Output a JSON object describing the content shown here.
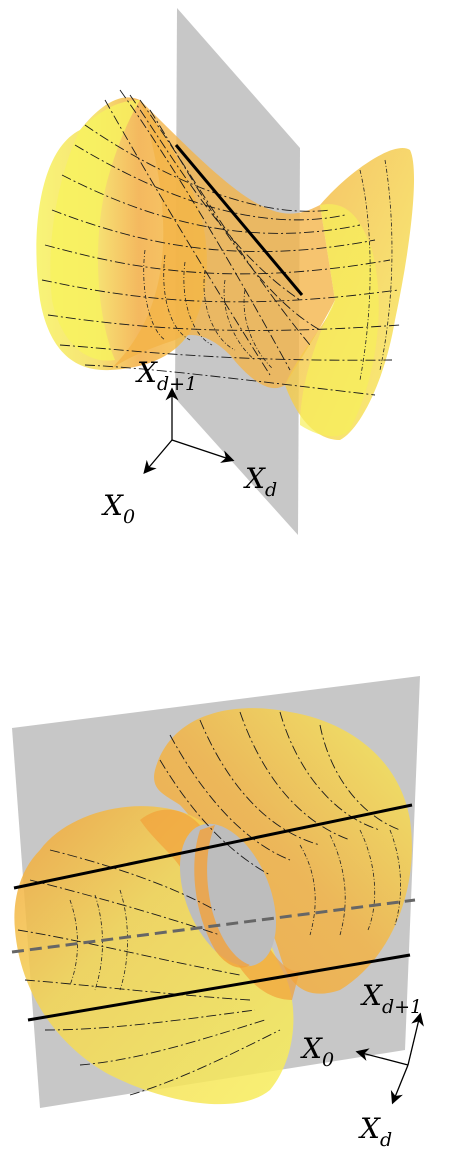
{
  "figure_top": {
    "axes": {
      "up": {
        "main": "X",
        "sub": "d+1"
      },
      "right": {
        "main": "X",
        "sub": "d"
      },
      "down": {
        "main": "X",
        "sub": "0"
      }
    }
  },
  "figure_bottom": {
    "axes": {
      "up": {
        "main": "X",
        "sub": "d+1"
      },
      "left": {
        "main": "X",
        "sub": "0"
      },
      "down": {
        "main": "X",
        "sub": "d"
      }
    }
  },
  "colors": {
    "plane": "#bdbdbd",
    "surface_light": "#f7f25a",
    "surface_orange": "#f2a13a",
    "ruling": "#1a1a1a"
  }
}
